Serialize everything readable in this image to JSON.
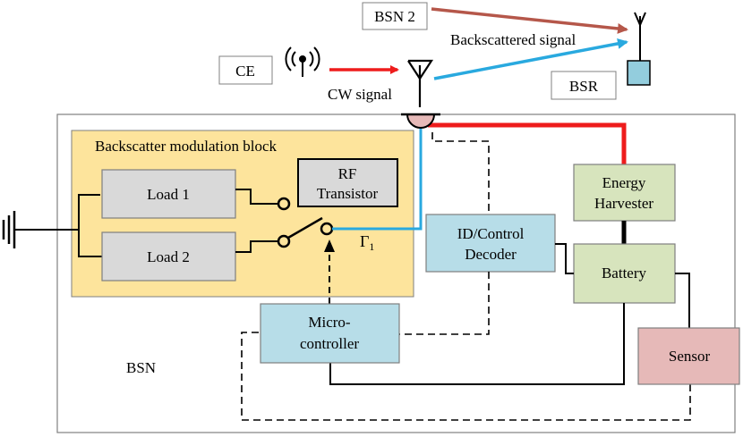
{
  "labels": {
    "bsn2": "BSN 2",
    "backscattered_signal": "Backscattered signal",
    "ce": "CE",
    "cw_signal": "CW signal",
    "bsr": "BSR",
    "modulation_block": "Backscatter modulation block",
    "load1": "Load 1",
    "load2": "Load 2",
    "rf_transistor_line1": "RF",
    "rf_transistor_line2": "Transistor",
    "gamma": "Γ",
    "gamma_sub": "1",
    "decoder_line1": "ID/Control",
    "decoder_line2": "Decoder",
    "harvester_line1": "Energy",
    "harvester_line2": "Harvester",
    "battery": "Battery",
    "micro_line1": "Micro-",
    "micro_line2": "controller",
    "sensor": "Sensor",
    "bsn": "BSN"
  },
  "colors": {
    "red_signal": "#ee1c1c",
    "blue_signal": "#29a9df",
    "brown_signal": "#b5574a",
    "modulation_fill": "#fde49c",
    "load_fill": "#d9d9d9",
    "blue_block_fill": "#b7dde8",
    "green_block_fill": "#d7e4bd",
    "sensor_fill": "#e6b9b8",
    "bsr_fill": "#93cddd",
    "antenna_dome_fill": "#e6b9b8"
  }
}
